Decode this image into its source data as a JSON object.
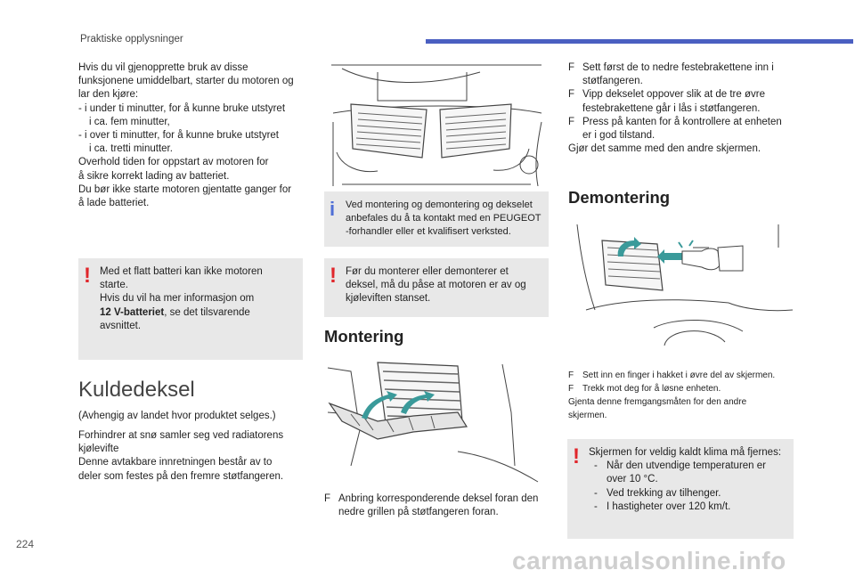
{
  "header": {
    "title": "Praktiske opplysninger"
  },
  "page_number": "224",
  "watermark": "carmanualsonline.info",
  "left": {
    "intro": [
      "Hvis du vil gjenopprette bruk av disse",
      "funksjonene umiddelbart, starter du motoren og",
      "lar den kjøre:",
      "-  i under ti minutter, for å kunne bruke utstyret",
      "i ca. fem minutter,",
      "-  i over ti minutter, for å kunne bruke utstyret",
      "i ca. tretti minutter.",
      "Overhold tiden for oppstart av motoren for",
      "å sikre korrekt lading av batteriet.",
      "Du bør ikke starte motoren gjentatte ganger for",
      "å lade batteriet."
    ],
    "warning": {
      "icon": "!",
      "line1": "Med et flatt batteri kan ikke motoren",
      "line2": "starte.",
      "line3": "Hvis du vil ha mer informasjon om",
      "line4_bold": "12 V-batteriet",
      "line4_rest": ", se det tilsvarende",
      "line5": "avsnittet."
    },
    "section_title": "Kuldedeksel",
    "note": "(Avhengig av landet hvor produktet selges.)",
    "body": [
      "Forhindrer at snø samler seg ved radiatorens",
      "kjølevifte",
      "Denne avtakbare innretningen består av to",
      "deler som festes på den fremre støtfangeren."
    ]
  },
  "middle": {
    "info_box": {
      "icon": "i",
      "lines": [
        "Ved montering og demontering og dekselet",
        "anbefales du å ta kontakt med en PEUGEOT",
        "-forhandler eller et kvalifisert verksted."
      ]
    },
    "warning_box": {
      "icon": "!",
      "lines": [
        "Før du monterer eller demonterer et",
        "deksel, må du påse at motoren er av og",
        "kjøleviften stanset."
      ]
    },
    "section_title": "Montering",
    "step": {
      "bullet": "F",
      "line1": "Anbring korresponderende deksel foran den",
      "line2": "nedre grillen på støtfangeren foran."
    }
  },
  "right": {
    "steps": [
      {
        "bullet": "F",
        "lines": [
          "Sett først de to nedre festebrakettene inn i",
          "støtfangeren."
        ]
      },
      {
        "bullet": "F",
        "lines": [
          "Vipp dekselet oppover slik at de tre øvre",
          "festebrakettene går i lås i støtfangeren."
        ]
      },
      {
        "bullet": "F",
        "lines": [
          "Press på kanten for å kontrollere at enheten",
          "er i god tilstand."
        ]
      }
    ],
    "after": "Gjør det samme med den andre skjermen.",
    "section_title": "Demontering",
    "small_steps": [
      {
        "bullet": "F",
        "text": "Sett inn en finger i hakket i øvre del av skjermen."
      },
      {
        "bullet": "F",
        "text": "Trekk mot deg for å løsne enheten."
      }
    ],
    "small_after": [
      "Gjenta denne fremgangsmåten for den andre",
      "skjermen."
    ],
    "warning_box": {
      "icon": "!",
      "title": "Skjermen for veldig kaldt klima må fjernes:",
      "items": [
        {
          "dash": "-",
          "lines": [
            "Når den utvendige temperaturen er",
            "over 10 °C."
          ]
        },
        {
          "dash": "-",
          "lines": [
            "Ved trekking av tilhenger."
          ]
        },
        {
          "dash": "-",
          "lines": [
            "I hastigheter over 120 km/t."
          ]
        }
      ]
    }
  },
  "colors": {
    "accent_bar": "#4a5fc1",
    "warning": "#e0262b",
    "info": "#4f6fd6",
    "box_bg": "#e8e8e8",
    "arrow": "#3a9a9a"
  }
}
